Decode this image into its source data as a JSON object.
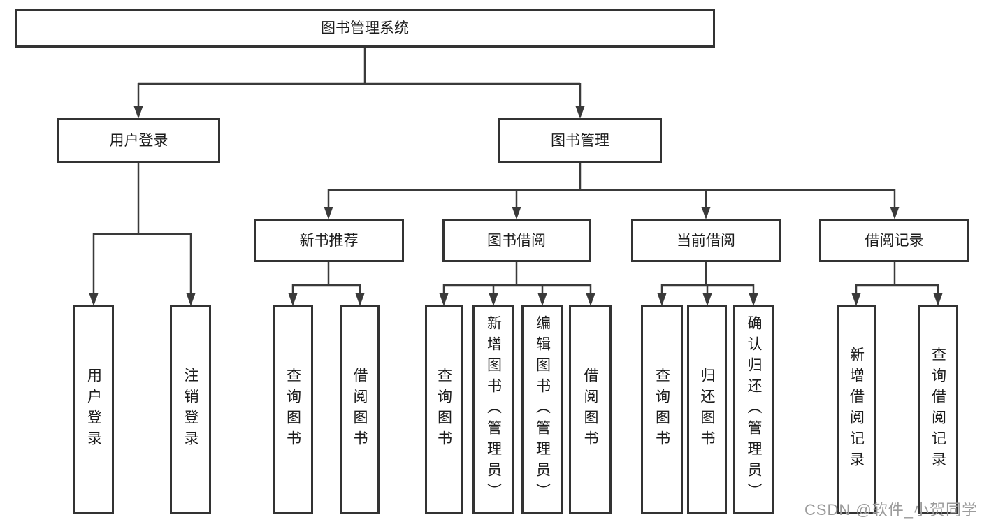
{
  "diagram": {
    "root": {
      "label": "图书管理系统"
    },
    "branches": [
      {
        "label": "用户登录",
        "children": [
          {
            "label": "用户登录"
          },
          {
            "label": "注销登录"
          }
        ]
      },
      {
        "label": "图书管理",
        "children": [
          {
            "label": "新书推荐",
            "children": [
              {
                "label": "查询图书"
              },
              {
                "label": "借阅图书"
              }
            ]
          },
          {
            "label": "图书借阅",
            "children": [
              {
                "label": "查询图书"
              },
              {
                "label": "新增图书（管理员）"
              },
              {
                "label": "编辑图书（管理员）"
              },
              {
                "label": "借阅图书"
              }
            ]
          },
          {
            "label": "当前借阅",
            "children": [
              {
                "label": "查询图书"
              },
              {
                "label": "归还图书"
              },
              {
                "label": "确认归还（管理员）"
              }
            ]
          },
          {
            "label": "借阅记录",
            "children": [
              {
                "label": "新增借阅记录"
              },
              {
                "label": "查询借阅记录"
              }
            ]
          }
        ]
      }
    ]
  },
  "watermark": {
    "text": "CSDN @软件_小贺同学"
  },
  "colors": {
    "line": "#3a3a3a",
    "box_border": "#333333",
    "text": "#1c1c1c",
    "watermark": "#9b9b9b",
    "background": "#ffffff"
  }
}
